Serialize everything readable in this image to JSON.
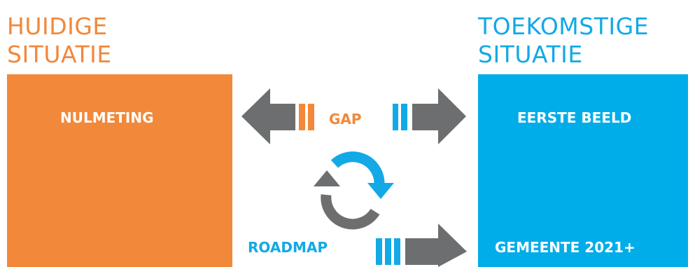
{
  "colors": {
    "current": "#f2883a",
    "future": "#00ade9",
    "arrow": "#6d6e70"
  },
  "left": {
    "heading_line1": "HUIDIGE",
    "heading_line2": "SITUATIE",
    "box_label": "NULMETING"
  },
  "right": {
    "heading_line1": "TOEKOMSTIGE",
    "heading_line2": "SITUATIE",
    "box_label_top": "EERSTE BEELD",
    "box_label_bottom": "GEMEENTE 2021+"
  },
  "gap_label": "GAP",
  "roadmap_label": "ROADMAP",
  "icons": [
    "double-arrow-icon",
    "refresh-cycle-icon",
    "right-arrow-icon"
  ]
}
